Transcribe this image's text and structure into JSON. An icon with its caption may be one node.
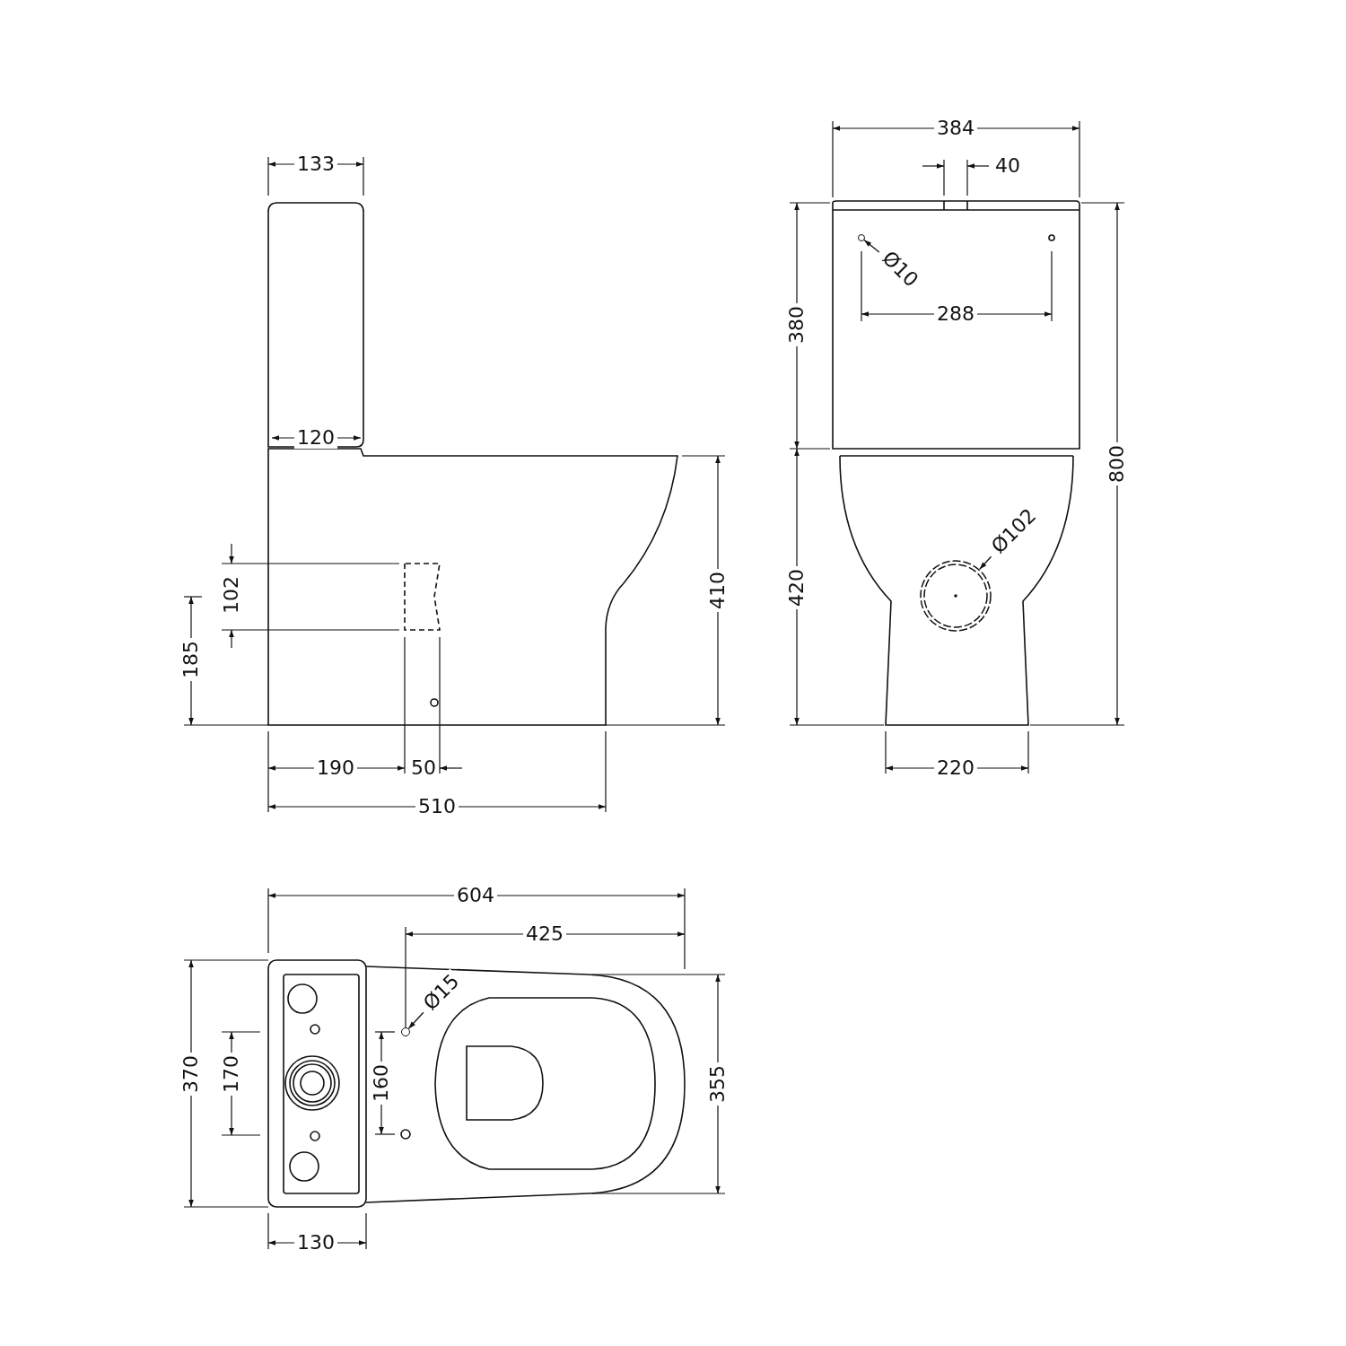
{
  "diagram": {
    "nodes": [
      {
        "text": [
          "Ø10"
        ]
      },
      {
        "text": [],
        "shape": "circle"
      },
      {
        "text": [
          "Ø102"
        ]
      },
      {
        "text": [],
        "shape": "circle"
      },
      {
        "text": [
          "Ø15"
        ]
      },
      {
        "text": [],
        "shape": "circle"
      }
    ],
    "edges": [
      {
        "from": 0,
        "to": 1,
        "arrow": "to"
      },
      {
        "from": 2,
        "to": 3,
        "arrow": "to"
      },
      {
        "from": 4,
        "to": 5,
        "arrow": "to"
      }
    ],
    "labels": [
      "133",
      "384",
      "40",
      "380",
      "288",
      "120",
      "102",
      "410",
      "420",
      "800",
      "185",
      "190",
      "50",
      "220",
      "510",
      "604",
      "425",
      "370",
      "170",
      "160",
      "355",
      "130"
    ]
  }
}
